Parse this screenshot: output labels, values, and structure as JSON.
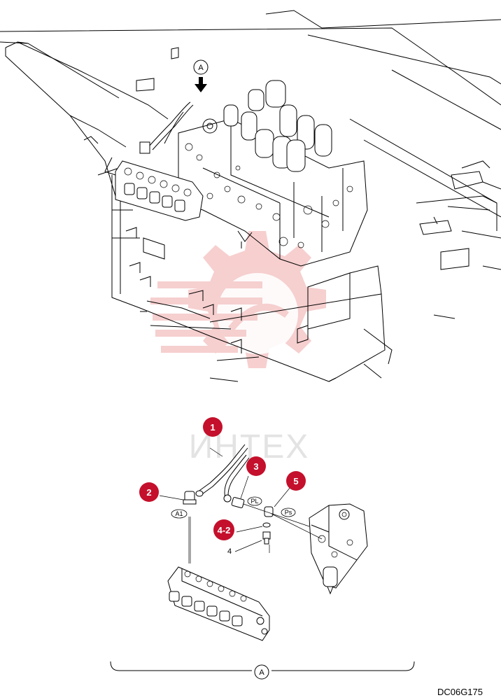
{
  "view_marker_top": "A",
  "view_marker_bottom": "A",
  "watermark_text": "ИНТЕХ",
  "callouts": [
    {
      "id": "1",
      "color": "#c4102c"
    },
    {
      "id": "2",
      "color": "#c4102c"
    },
    {
      "id": "3",
      "color": "#c4102c"
    },
    {
      "id": "5",
      "color": "#c4102c"
    },
    {
      "id": "4-2",
      "color": "#c4102c"
    }
  ],
  "part_label_4": "4",
  "ports": {
    "a1": "A1",
    "pl": "PL",
    "ps": "Ps"
  },
  "drawing_code": "DC06G175",
  "colors": {
    "line": "#000000",
    "callout": "#c4102c",
    "watermark": "#f2c4c4"
  }
}
